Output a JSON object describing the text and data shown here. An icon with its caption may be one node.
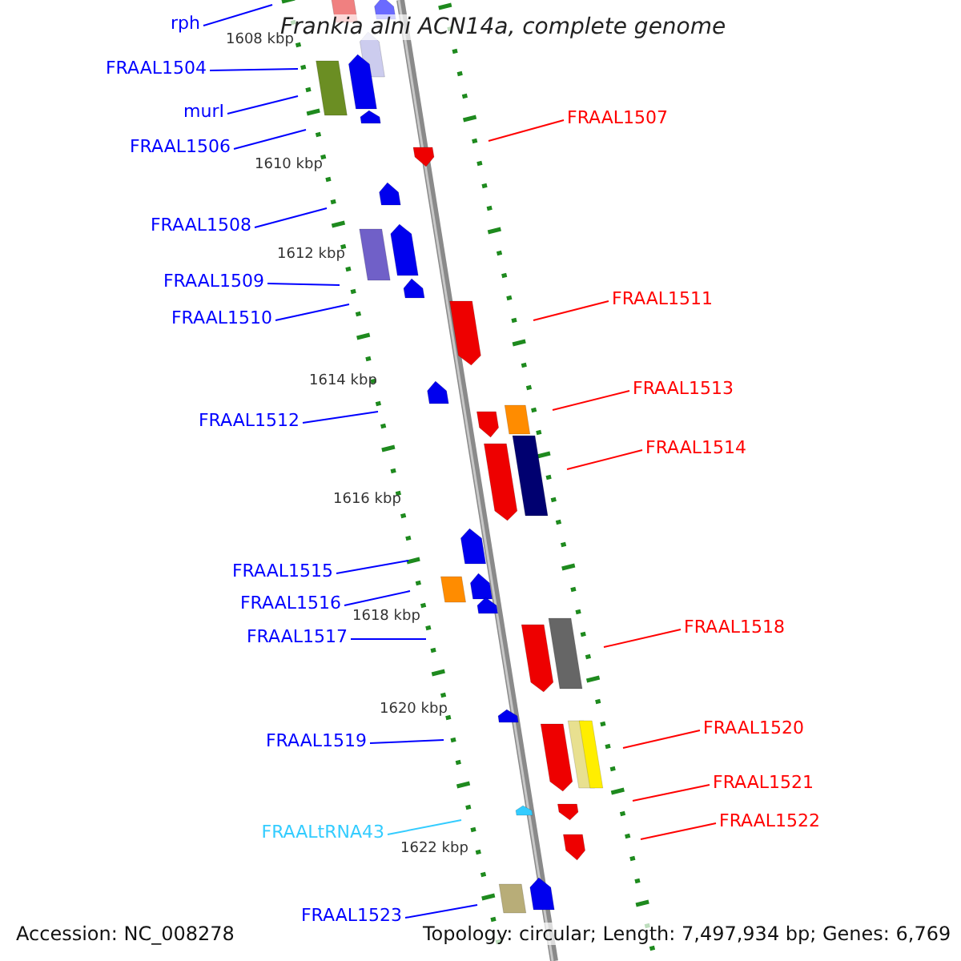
{
  "diagram": {
    "title": "Frankia alni ACN14a, complete genome",
    "nodes": [
      {
        "text": [
          "rph"
        ]
      },
      {
        "text": [
          "FRAAL1504"
        ]
      },
      {
        "text": [
          "murI"
        ]
      },
      {
        "text": [
          "FRAAL1507"
        ]
      },
      {
        "text": [
          "FRAAL1506"
        ]
      },
      {
        "text": [
          "FRAAL1508"
        ]
      },
      {
        "text": [
          "FRAAL1509"
        ]
      },
      {
        "text": [
          "FRAAL1511"
        ]
      },
      {
        "text": [
          "FRAAL1510"
        ]
      },
      {
        "text": [
          "FRAAL1513"
        ]
      },
      {
        "text": [
          "FRAAL1512"
        ]
      },
      {
        "text": [
          "FRAAL1514"
        ]
      },
      {
        "text": [
          "FRAAL1515"
        ]
      },
      {
        "text": [
          "FRAAL1516"
        ]
      },
      {
        "text": [
          "FRAAL1518"
        ]
      },
      {
        "text": [
          "FRAAL1517"
        ]
      },
      {
        "text": [
          "FRAAL1520"
        ]
      },
      {
        "text": [
          "FRAAL1519"
        ]
      },
      {
        "text": [
          "FRAAL1521"
        ]
      },
      {
        "text": [
          "FRAAL1522"
        ]
      },
      {
        "text": [
          "FRAALtRNA43"
        ]
      },
      {
        "text": [
          "FRAAL1523"
        ]
      }
    ],
    "edges": [
      {
        "from": 0,
        "to": null,
        "arrow": "none"
      },
      {
        "from": 1,
        "to": null,
        "arrow": "none"
      },
      {
        "from": 2,
        "to": null,
        "arrow": "none"
      },
      {
        "from": 3,
        "to": null,
        "arrow": "none",
        "color": "#ff0000"
      },
      {
        "from": 4,
        "to": null,
        "arrow": "none"
      },
      {
        "from": 5,
        "to": null,
        "arrow": "none"
      },
      {
        "from": 6,
        "to": null,
        "arrow": "none"
      },
      {
        "from": 7,
        "to": null,
        "arrow": "none",
        "color": "#ff0000"
      },
      {
        "from": 8,
        "to": null,
        "arrow": "none"
      },
      {
        "from": 9,
        "to": null,
        "arrow": "none",
        "color": "#ff0000"
      },
      {
        "from": 10,
        "to": null,
        "arrow": "none"
      },
      {
        "from": 11,
        "to": null,
        "arrow": "none",
        "color": "#ff0000"
      },
      {
        "from": 12,
        "to": null,
        "arrow": "none"
      },
      {
        "from": 13,
        "to": null,
        "arrow": "none"
      },
      {
        "from": 14,
        "to": null,
        "arrow": "none",
        "color": "#ff0000"
      },
      {
        "from": 15,
        "to": null,
        "arrow": "none"
      },
      {
        "from": 16,
        "to": null,
        "arrow": "none",
        "color": "#ff0000"
      },
      {
        "from": 17,
        "to": null,
        "arrow": "none"
      },
      {
        "from": 18,
        "to": null,
        "arrow": "none",
        "color": "#ff0000"
      },
      {
        "from": 19,
        "to": null,
        "arrow": "none",
        "color": "#ff0000"
      },
      {
        "from": 20,
        "to": null,
        "arrow": "none",
        "color": "#33ccff"
      },
      {
        "from": 21,
        "to": null,
        "arrow": "none"
      }
    ],
    "labels": [
      "1608 kbp",
      "1610 kbp",
      "1612 kbp",
      "1614 kbp",
      "1616 kbp",
      "1618 kbp",
      "1620 kbp",
      "1622 kbp",
      "Accession: NC_008278",
      "Topology: circular; Length: 7,497,934 bp; Genes: 6,769"
    ]
  }
}
